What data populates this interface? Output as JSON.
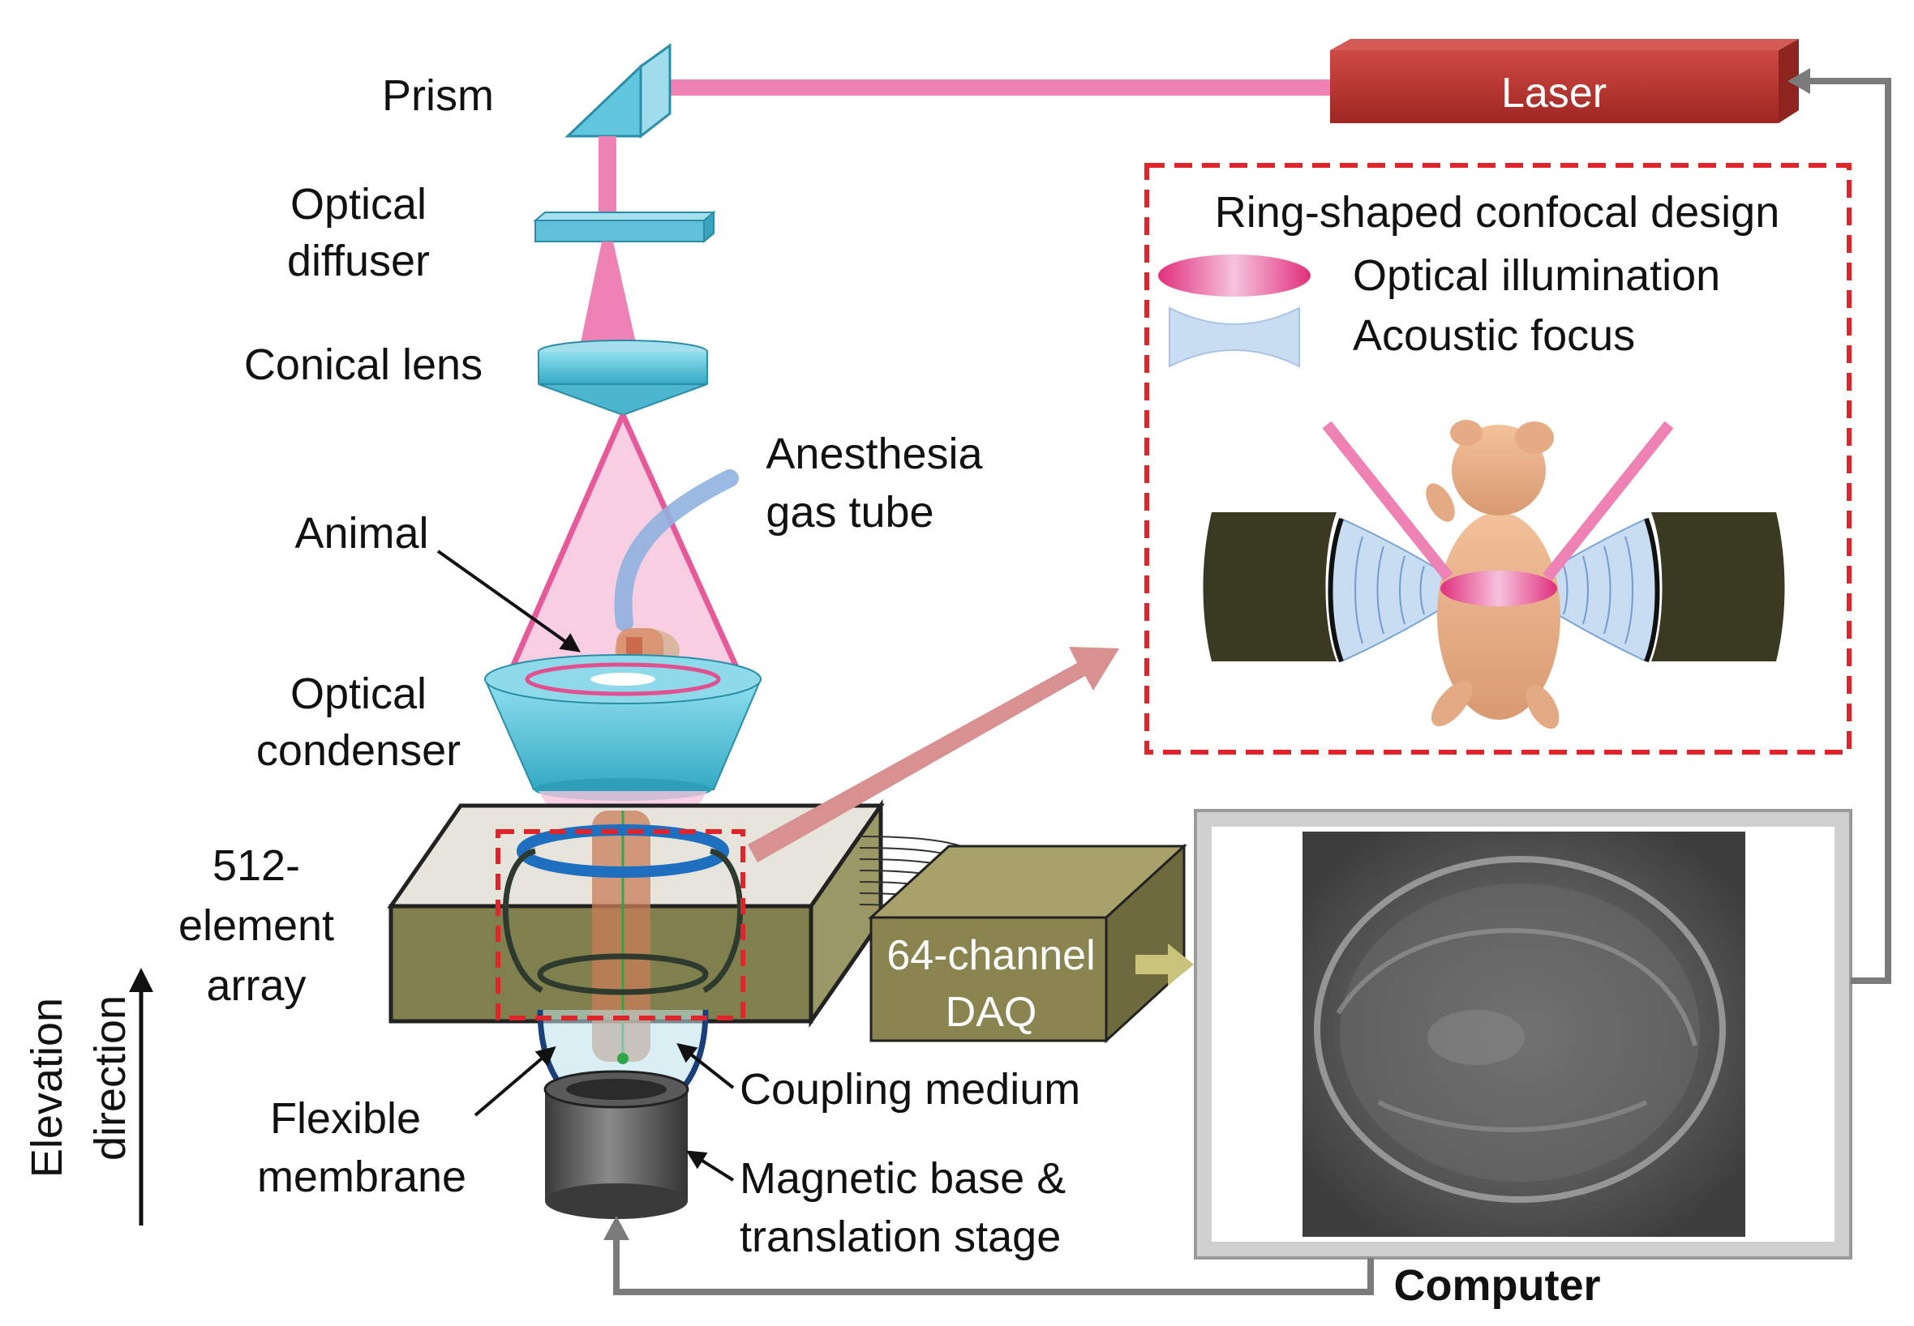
{
  "labels": {
    "prism": "Prism",
    "optical_diffuser": [
      "Optical",
      "diffuser"
    ],
    "conical_lens": "Conical lens",
    "anesthesia_gas_tube": [
      "Anesthesia",
      "gas tube"
    ],
    "animal": "Animal",
    "optical_condenser": [
      "Optical",
      "condenser"
    ],
    "element_array": [
      "512-",
      "element",
      "array"
    ],
    "elevation_direction": [
      "Elevation",
      "direction"
    ],
    "flexible_membrane": [
      "Flexible",
      "membrane"
    ],
    "coupling_medium": "Coupling medium",
    "magnetic_base": [
      "Magnetic base &",
      "translation stage"
    ],
    "laser": "Laser",
    "daq": [
      "64-channel",
      "DAQ"
    ],
    "computer": "Computer"
  },
  "inset": {
    "title": "Ring-shaped confocal design",
    "legend_illumination": "Optical illumination",
    "legend_acoustic": "Acoustic focus"
  },
  "colors": {
    "laser_beam": "#ee82b4",
    "laser_box": "#b8322e",
    "optics_cyan": "#5fc8dc",
    "array_box": "#7d7a4f",
    "transducer": "#3a3a22",
    "dashed_red": "#e0242a",
    "feedback_arrow": "#7b7b7b",
    "acoustic_blue": "#b9d3ef"
  }
}
